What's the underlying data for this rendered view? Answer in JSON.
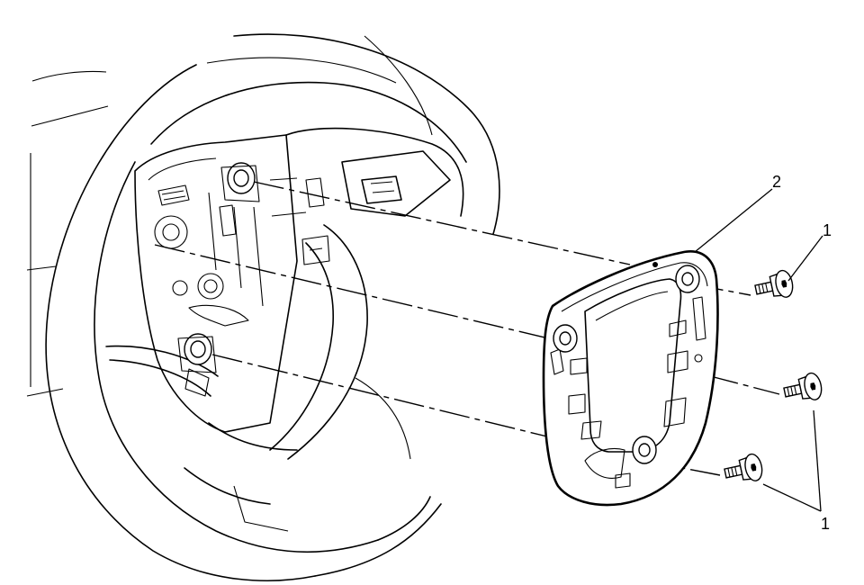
{
  "diagram": {
    "callouts": [
      {
        "id": "label-2",
        "text": "2"
      },
      {
        "id": "label-1-top",
        "text": "1"
      },
      {
        "id": "label-1-bottom",
        "text": "1"
      }
    ]
  }
}
